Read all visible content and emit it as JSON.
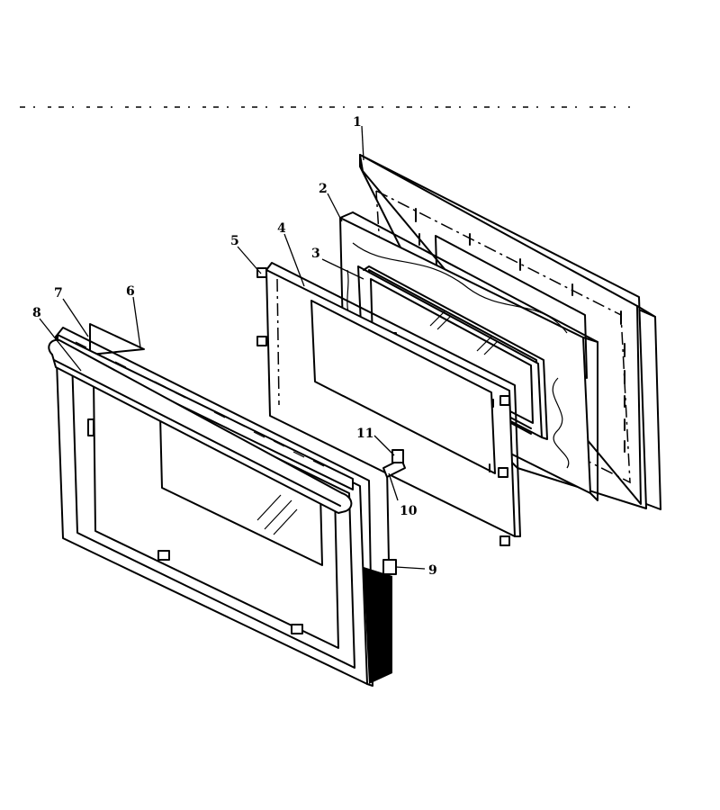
{
  "diagram": {
    "header_text": "",
    "callouts": [
      {
        "id": "callout-1",
        "label": "1"
      },
      {
        "id": "callout-2",
        "label": "2"
      },
      {
        "id": "callout-3",
        "label": "3"
      },
      {
        "id": "callout-4",
        "label": "4"
      },
      {
        "id": "callout-5",
        "label": "5"
      },
      {
        "id": "callout-6",
        "label": "6"
      },
      {
        "id": "callout-7",
        "label": "7"
      },
      {
        "id": "callout-8",
        "label": "8"
      },
      {
        "id": "callout-9",
        "label": "9"
      },
      {
        "id": "callout-10",
        "label": "10"
      },
      {
        "id": "callout-11",
        "label": "11"
      }
    ]
  }
}
